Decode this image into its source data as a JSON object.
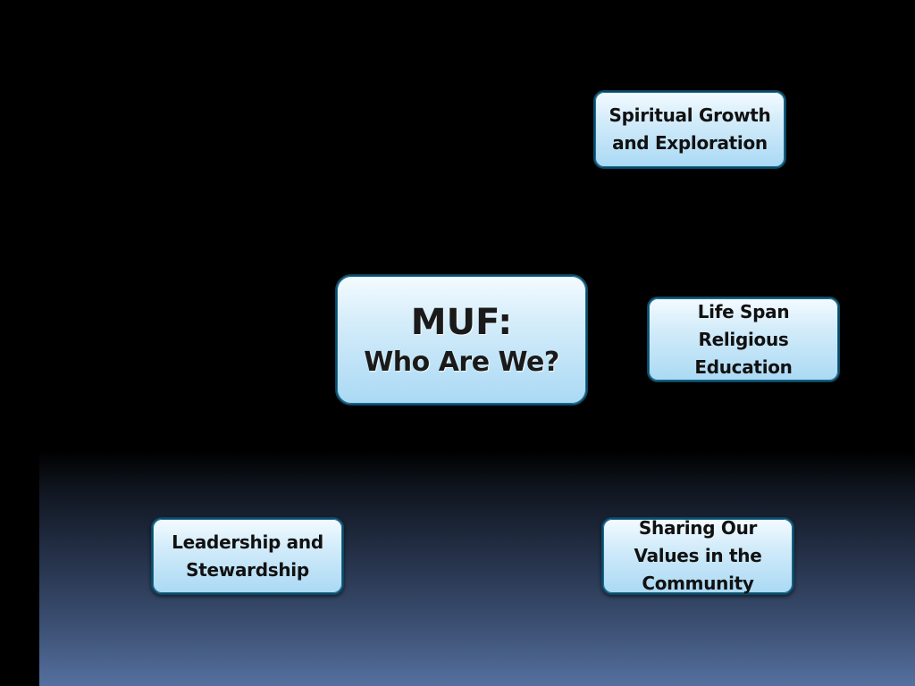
{
  "slide": {
    "center": {
      "title": "MUF:",
      "subtitle": "Who Are We?"
    },
    "nodes": {
      "spiritual": [
        "Spiritual Growth",
        "and Exploration"
      ],
      "lifespan": [
        "Life Span",
        "Religious",
        "Education"
      ],
      "leadership": [
        "Leadership and",
        "Stewardship"
      ],
      "sharing": [
        "Sharing Our",
        "Values in the",
        "Community"
      ]
    }
  },
  "colors": {
    "background": "#000000",
    "gradient_bottom": "#5570a0",
    "box_fill_top": "#f4fbff",
    "box_fill_bottom": "#aad9f4",
    "box_border": "#0d4a66"
  }
}
